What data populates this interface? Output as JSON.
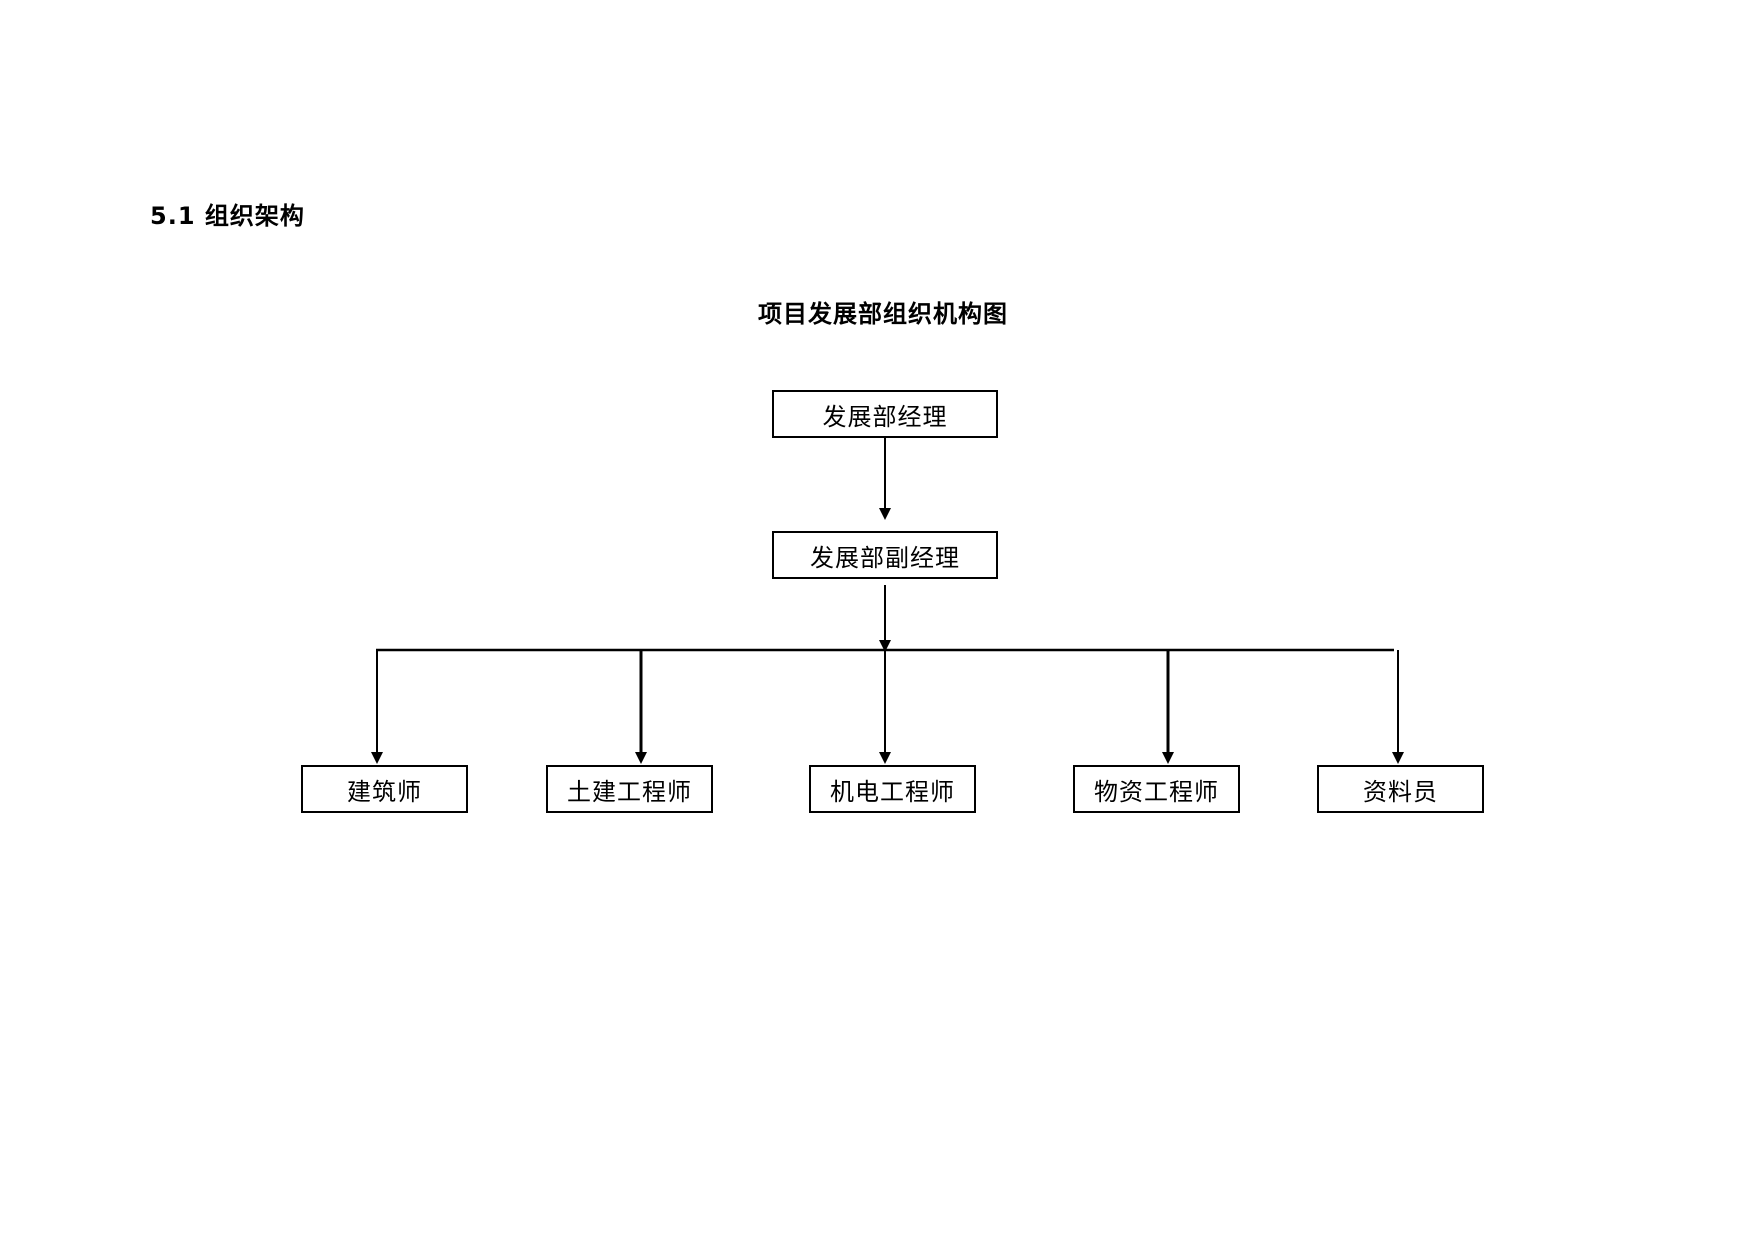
{
  "section": {
    "heading": "5.1 组织架构"
  },
  "chart": {
    "title": "项目发展部组织机构图"
  },
  "org": {
    "root": "发展部经理",
    "deputy": "发展部副经理",
    "staff": [
      "建筑师",
      "土建工程师",
      "机电工程师",
      "物资工程师",
      "资料员"
    ]
  }
}
